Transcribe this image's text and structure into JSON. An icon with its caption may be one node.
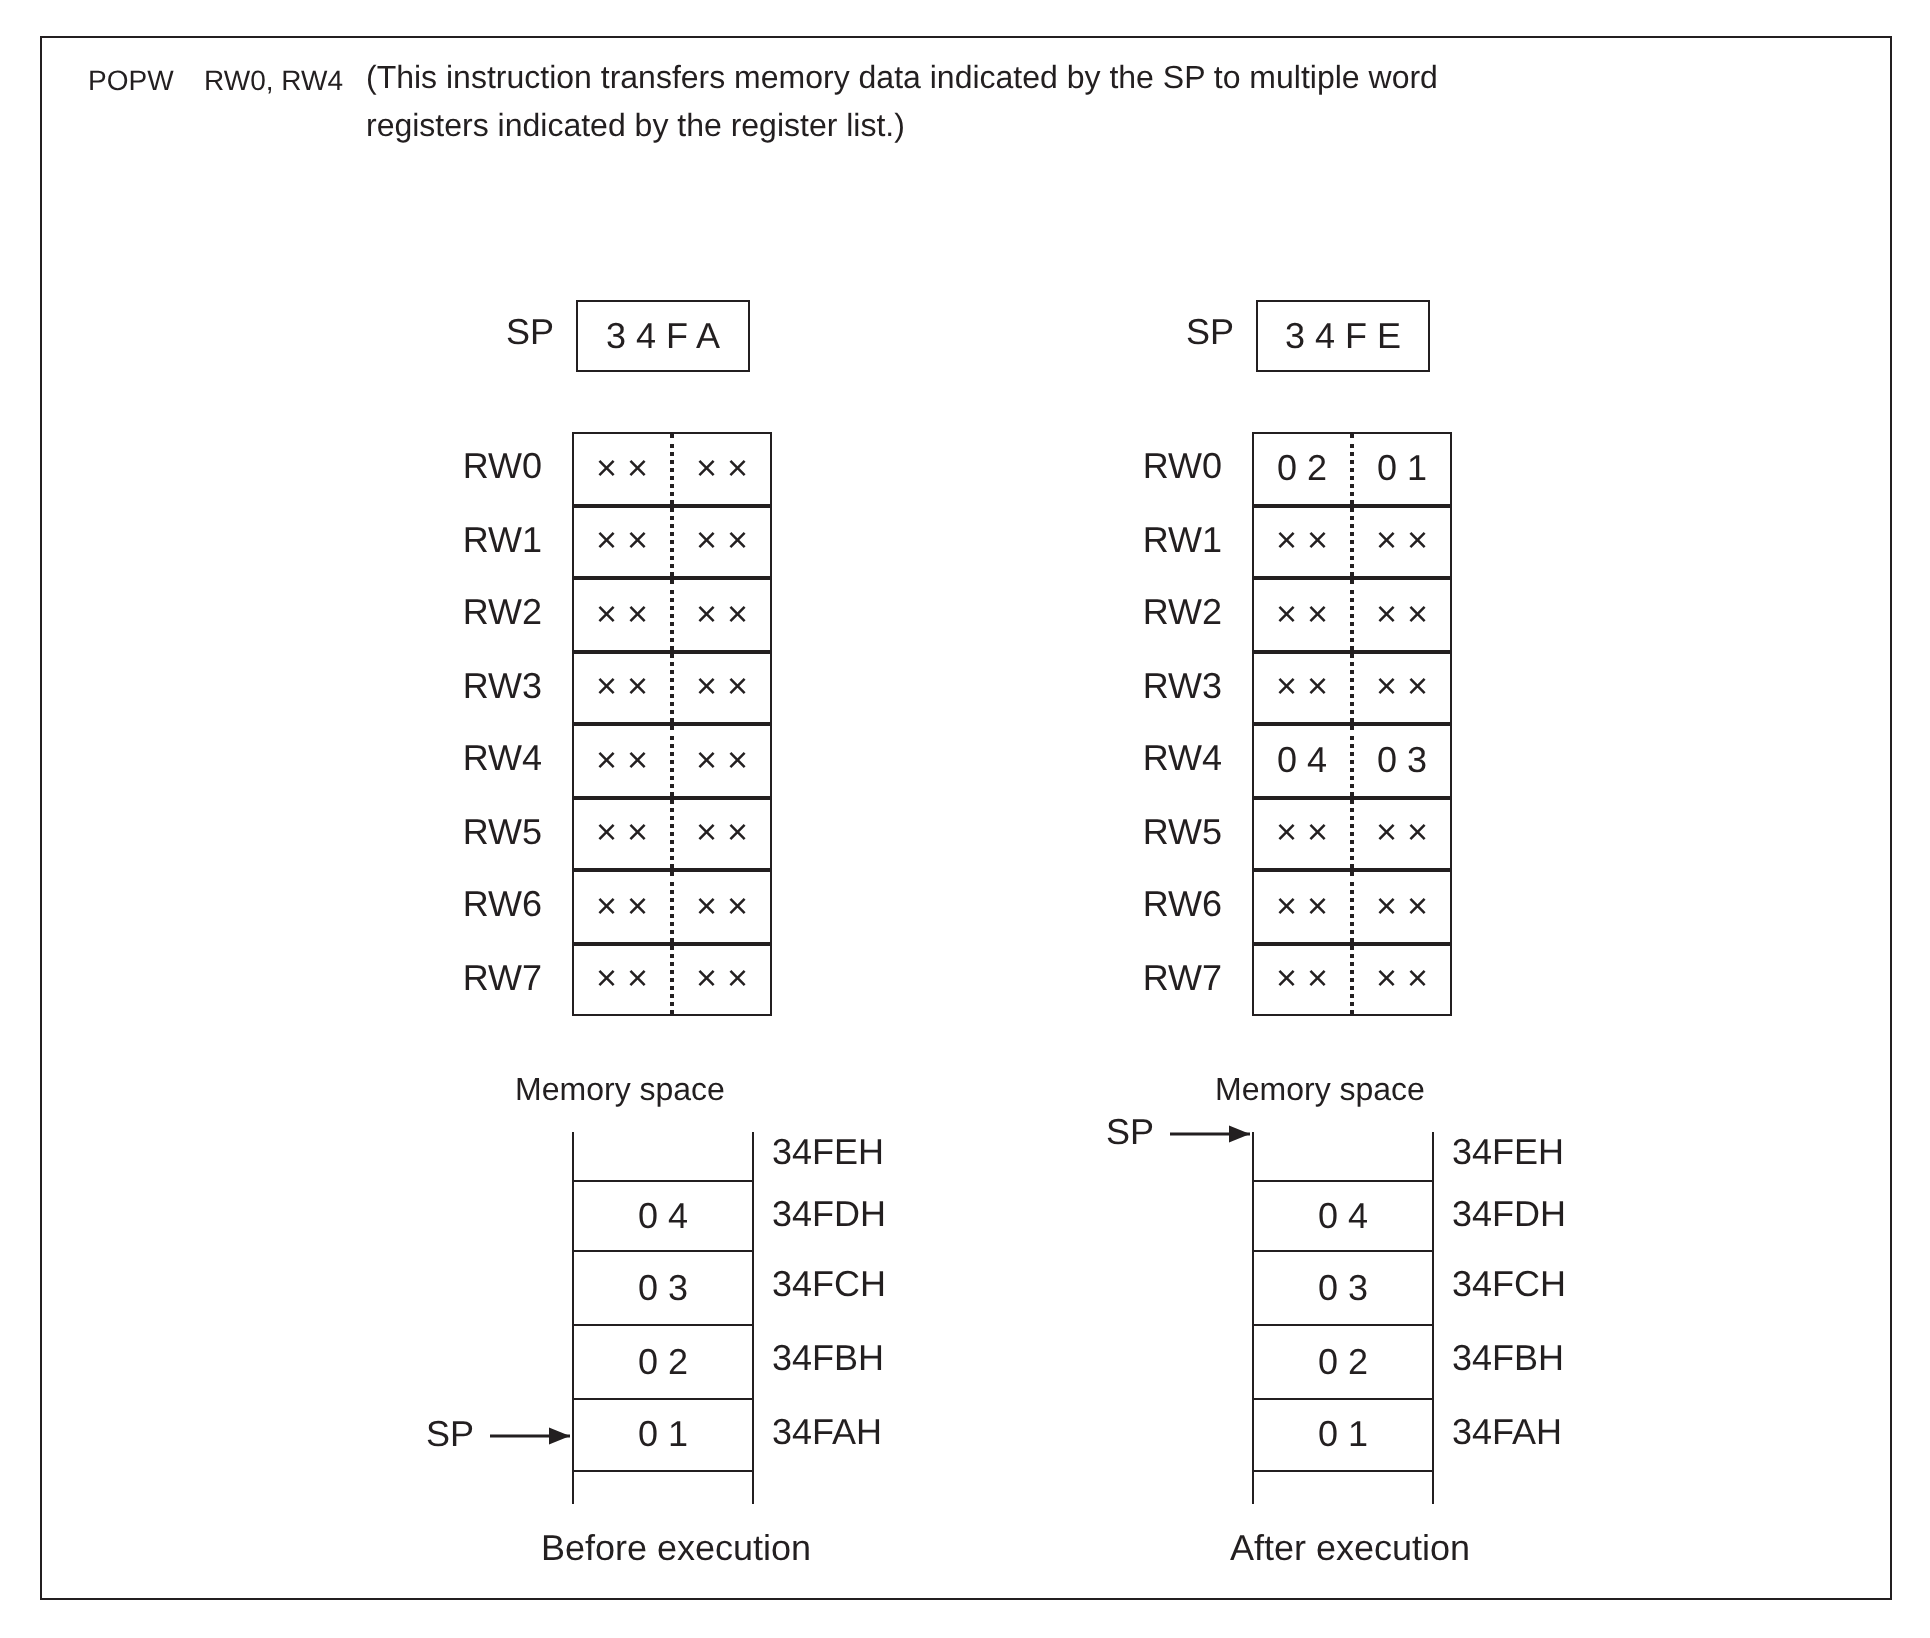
{
  "diagram": {
    "nodes": [
      {
        "text": [
          "3 4 F A"
        ],
        "beside": [
          "SP"
        ]
      },
      {
        "text": [
          "× ×",
          "× ×"
        ],
        "beside": [
          "RW0"
        ]
      },
      {
        "text": [
          "× ×",
          "× ×"
        ],
        "beside": [
          "RW1"
        ]
      },
      {
        "text": [
          "× ×",
          "× ×"
        ],
        "beside": [
          "RW2"
        ]
      },
      {
        "text": [
          "× ×",
          "× ×"
        ],
        "beside": [
          "RW3"
        ]
      },
      {
        "text": [
          "× ×",
          "× ×"
        ],
        "beside": [
          "RW4"
        ]
      },
      {
        "text": [
          "× ×",
          "× ×"
        ],
        "beside": [
          "RW5"
        ]
      },
      {
        "text": [
          "× ×",
          "× ×"
        ],
        "beside": [
          "RW6"
        ]
      },
      {
        "text": [
          "× ×",
          "× ×"
        ],
        "beside": [
          "RW7"
        ]
      },
      {
        "text": [],
        "shape": "box",
        "beside": [
          "34FEH"
        ]
      },
      {
        "text": [
          "0 4"
        ],
        "beside": [
          "34FDH"
        ]
      },
      {
        "text": [
          "0 3"
        ],
        "beside": [
          "34FCH"
        ]
      },
      {
        "text": [
          "0 2"
        ],
        "beside": [
          "34FBH"
        ]
      },
      {
        "text": [
          "0 1"
        ],
        "beside": [
          "34FAH"
        ]
      },
      {
        "text": [
          "SP"
        ]
      },
      {
        "text": [
          "3 4 F E"
        ],
        "beside": [
          "SP"
        ]
      },
      {
        "text": [
          "0 2",
          "0 1"
        ],
        "beside": [
          "RW0"
        ]
      },
      {
        "text": [
          "× ×",
          "× ×"
        ],
        "beside": [
          "RW1"
        ]
      },
      {
        "text": [
          "× ×",
          "× ×"
        ],
        "beside": [
          "RW2"
        ]
      },
      {
        "text": [
          "× ×",
          "× ×"
        ],
        "beside": [
          "RW3"
        ]
      },
      {
        "text": [
          "0 4",
          "0 3"
        ],
        "beside": [
          "RW4"
        ]
      },
      {
        "text": [
          "× ×",
          "× ×"
        ],
        "beside": [
          "RW5"
        ]
      },
      {
        "text": [
          "× ×",
          "× ×"
        ],
        "beside": [
          "RW6"
        ]
      },
      {
        "text": [
          "× ×",
          "× ×"
        ],
        "beside": [
          "RW7"
        ]
      },
      {
        "text": [],
        "shape": "box",
        "beside": [
          "34FEH"
        ]
      },
      {
        "text": [
          "0 4"
        ],
        "beside": [
          "34FDH"
        ]
      },
      {
        "text": [
          "0 3"
        ],
        "beside": [
          "34FCH"
        ]
      },
      {
        "text": [
          "0 2"
        ],
        "beside": [
          "34FBH"
        ]
      },
      {
        "text": [
          "0 1"
        ],
        "beside": [
          "34FAH"
        ]
      },
      {
        "text": [
          "SP"
        ]
      },
      {
        "text": [],
        "shape": "box"
      },
      {
        "text": [],
        "shape": "box"
      }
    ],
    "edges": [
      {
        "from": 14,
        "to": 13,
        "arrow": "to"
      },
      {
        "from": 29,
        "to": 24,
        "arrow": "to"
      }
    ],
    "labels": [
      "POPW",
      "RW0, RW4",
      "(This instruction transfers memory data indicated by the SP to multiple word registers indicated by the register list.)",
      "Memory space",
      "Memory space",
      "Before execution",
      "After execution"
    ]
  }
}
